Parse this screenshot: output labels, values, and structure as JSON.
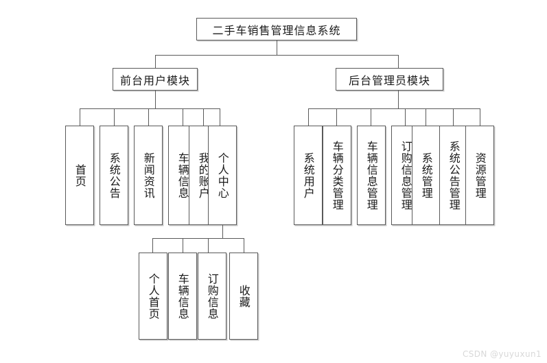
{
  "diagram": {
    "type": "tree-hierarchy",
    "title": "二手车销售管理信息系统",
    "root": {
      "label": "二手车销售管理信息系统"
    },
    "level2": [
      {
        "label": "前台用户模块"
      },
      {
        "label": "后台管理员模块"
      }
    ],
    "frontend_children": [
      {
        "label": "首页"
      },
      {
        "label": "系统公告"
      },
      {
        "label": "新闻资讯"
      },
      {
        "label": "车辆信息"
      },
      {
        "label": "我的账户"
      },
      {
        "label": "个人中心"
      }
    ],
    "admin_children": [
      {
        "label": "系统用户"
      },
      {
        "label": "车辆分类管理"
      },
      {
        "label": "车辆信息管理"
      },
      {
        "label": "订购信息管理"
      },
      {
        "label": "系统管理"
      },
      {
        "label": "系统公告管理"
      },
      {
        "label": "资源管理"
      }
    ],
    "personal_center_children": [
      {
        "label": "个人首页"
      },
      {
        "label": "车辆信息"
      },
      {
        "label": "订购信息"
      },
      {
        "label": "收藏"
      }
    ],
    "colors": {
      "border": "#595959",
      "shadow": "#c9c9c9",
      "text": "#1a1a1a",
      "background": "#ffffff",
      "watermark": "#d8d8d8"
    }
  },
  "watermark": {
    "text": "CSDN @yuyuxun1"
  }
}
